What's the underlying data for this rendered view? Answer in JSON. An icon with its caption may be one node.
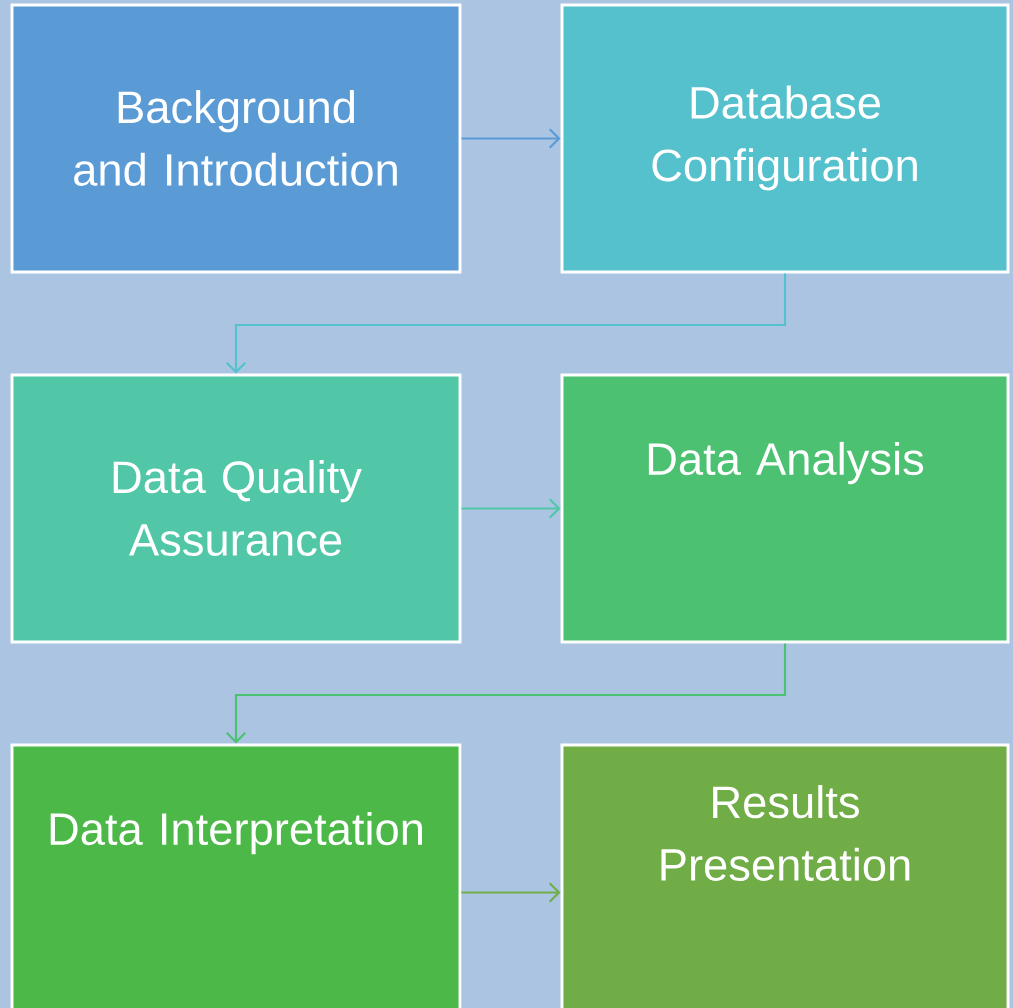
{
  "diagram": {
    "nodes": [
      {
        "text": [
          "Background and Introduction"
        ]
      },
      {
        "text": [
          "Database Configuration"
        ]
      },
      {
        "text": [
          "Data Quality Assurance"
        ]
      },
      {
        "text": [
          "Data Analysis"
        ]
      },
      {
        "text": [
          "Data Interpretation"
        ]
      },
      {
        "text": [
          "Results Presentation"
        ]
      }
    ],
    "edges": [
      {
        "from": 0,
        "to": 1,
        "arrow": "to",
        "color": "#5b9bd5"
      },
      {
        "from": 1,
        "to": 2,
        "arrow": "to",
        "color": "#55c1cd"
      },
      {
        "from": 2,
        "to": 3,
        "arrow": "to",
        "color": "#52c7a8"
      },
      {
        "from": 3,
        "to": 4,
        "arrow": "to",
        "color": "#4cc171"
      },
      {
        "from": 4,
        "to": 5,
        "arrow": "to",
        "color": "#70ad47"
      }
    ]
  }
}
